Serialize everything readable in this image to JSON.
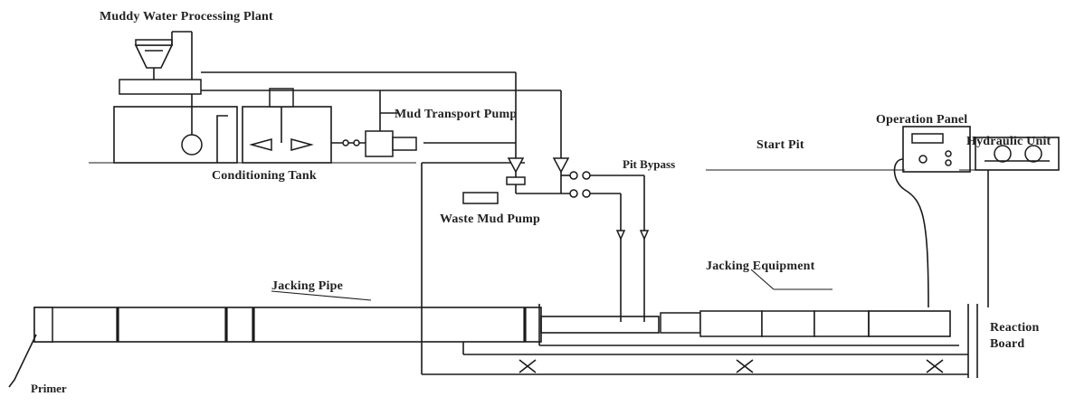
{
  "labels": {
    "muddy_water_plant": "Muddy Water Processing Plant",
    "mud_transport_pump": "Mud Transport Pump",
    "conditioning_tank": "Conditioning Tank",
    "pit_bypass": "Pit Bypass",
    "waste_mud_pump": "Waste Mud Pump",
    "start_pit": "Start Pit",
    "operation_panel": "Operation Panel",
    "hydraulic_unit": "Hydraulic Unit",
    "jacking_pipe": "Jacking Pipe",
    "jacking_equipment": "Jacking Equipment",
    "reaction_board_line1": "Reaction",
    "reaction_board_line2": "Board",
    "primer": "Primer"
  }
}
